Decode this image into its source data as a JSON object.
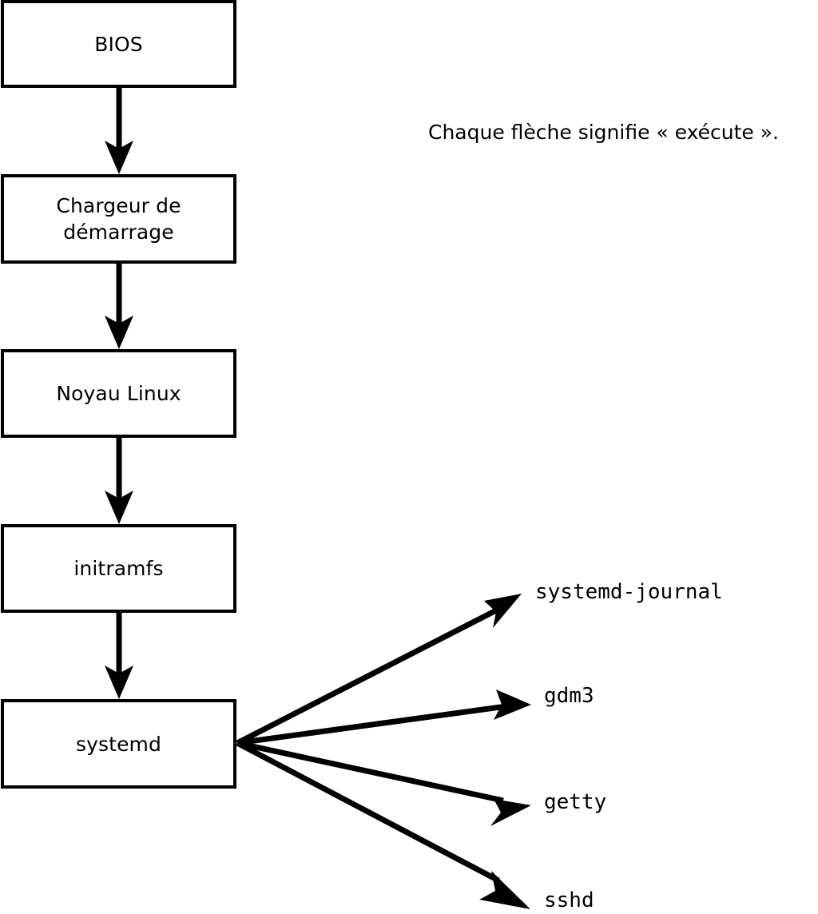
{
  "diagram": {
    "caption": "Chaque flèche signifie « exécute ».",
    "boot_chain": [
      {
        "id": "bios",
        "label": "BIOS"
      },
      {
        "id": "bootloader",
        "label": "Chargeur de\ndémarrage"
      },
      {
        "id": "kernel",
        "label": "Noyau Linux"
      },
      {
        "id": "initramfs",
        "label": "initramfs"
      },
      {
        "id": "systemd",
        "label": "systemd"
      }
    ],
    "services": [
      {
        "id": "systemd-journal",
        "label": "systemd-journal"
      },
      {
        "id": "gdm3",
        "label": "gdm3"
      },
      {
        "id": "getty",
        "label": "getty"
      },
      {
        "id": "sshd",
        "label": "sshd"
      }
    ],
    "colors": {
      "stroke": "#000000",
      "box_fill": "#ffffff",
      "background": "#ffffff",
      "text": "#000000"
    }
  }
}
